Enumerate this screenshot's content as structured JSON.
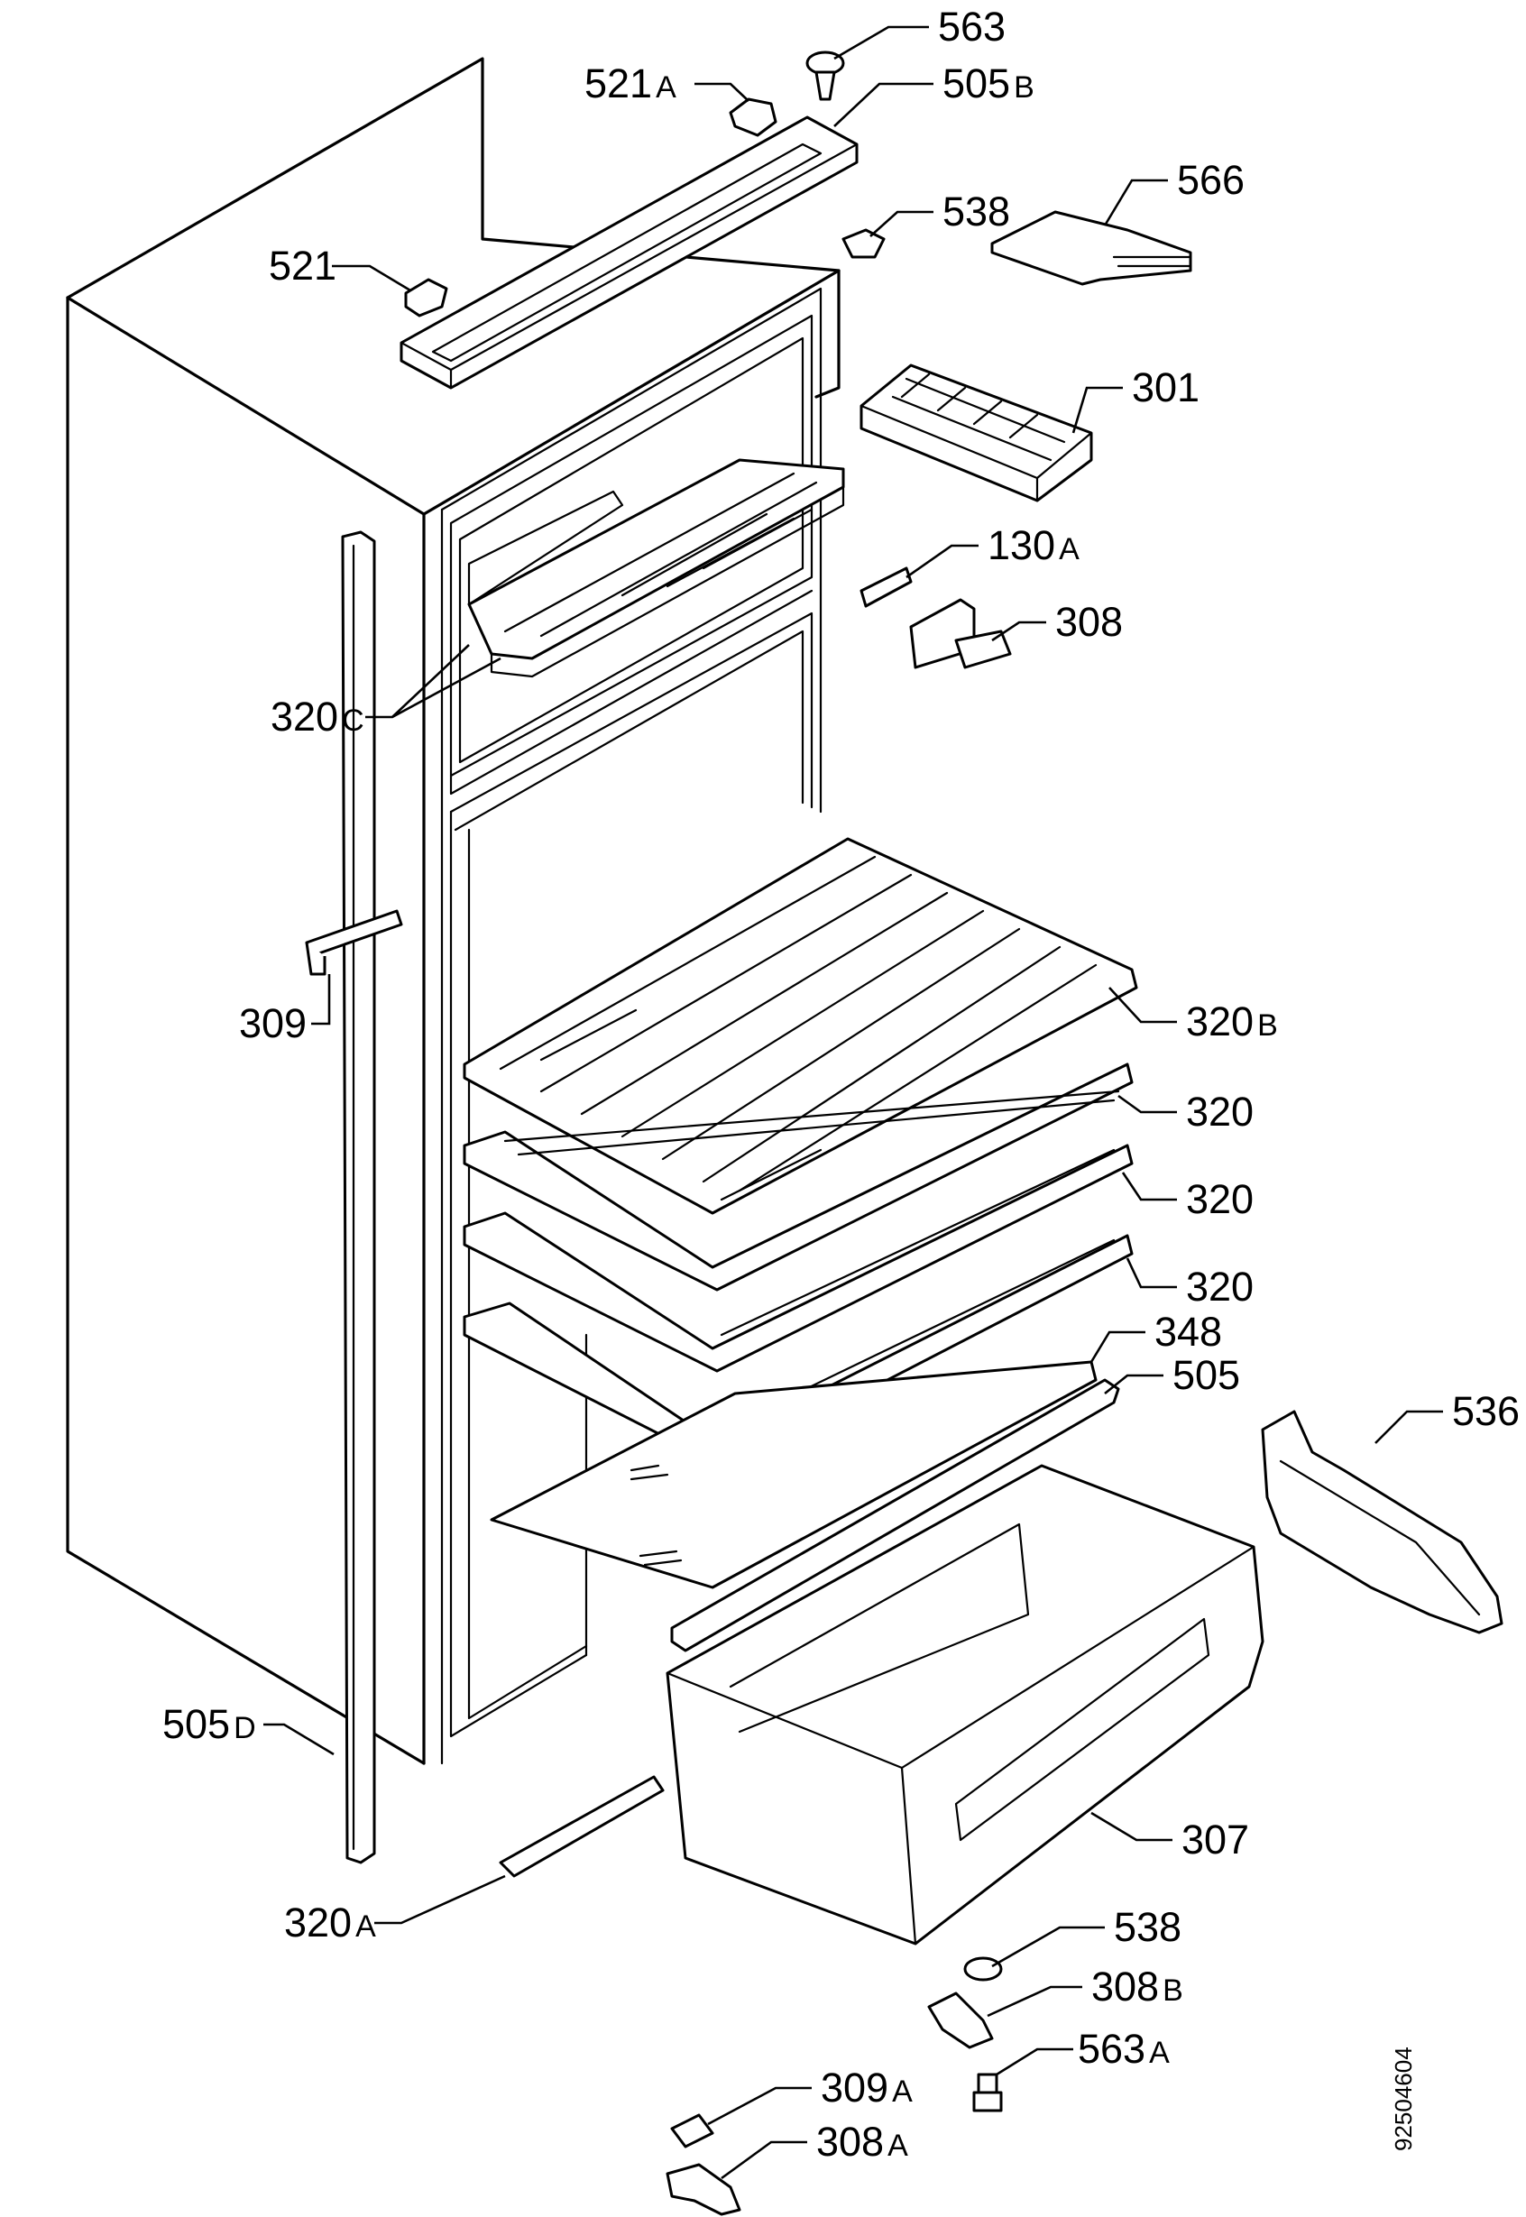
{
  "labels": {
    "p563": {
      "num": "563",
      "suffix": ""
    },
    "p521a": {
      "num": "521",
      "suffix": "A"
    },
    "p505b": {
      "num": "505",
      "suffix": "B"
    },
    "p566": {
      "num": "566",
      "suffix": ""
    },
    "p538t": {
      "num": "538",
      "suffix": ""
    },
    "p521": {
      "num": "521",
      "suffix": ""
    },
    "p301": {
      "num": "301",
      "suffix": ""
    },
    "p130a": {
      "num": "130",
      "suffix": "A"
    },
    "p308": {
      "num": "308",
      "suffix": ""
    },
    "p320c": {
      "num": "320",
      "suffix": "C"
    },
    "p309": {
      "num": "309",
      "suffix": ""
    },
    "p320b": {
      "num": "320",
      "suffix": "B"
    },
    "p320_1": {
      "num": "320",
      "suffix": ""
    },
    "p320_2": {
      "num": "320",
      "suffix": ""
    },
    "p320_3": {
      "num": "320",
      "suffix": ""
    },
    "p348": {
      "num": "348",
      "suffix": ""
    },
    "p505": {
      "num": "505",
      "suffix": ""
    },
    "p536": {
      "num": "536",
      "suffix": ""
    },
    "p505d": {
      "num": "505",
      "suffix": "D"
    },
    "p307": {
      "num": "307",
      "suffix": ""
    },
    "p320a": {
      "num": "320",
      "suffix": "A"
    },
    "p538b": {
      "num": "538",
      "suffix": ""
    },
    "p308b": {
      "num": "308",
      "suffix": "B"
    },
    "p563a": {
      "num": "563",
      "suffix": "A"
    },
    "p309a": {
      "num": "309",
      "suffix": "A"
    },
    "p308a": {
      "num": "308",
      "suffix": "A"
    }
  },
  "document_id": "92504604"
}
